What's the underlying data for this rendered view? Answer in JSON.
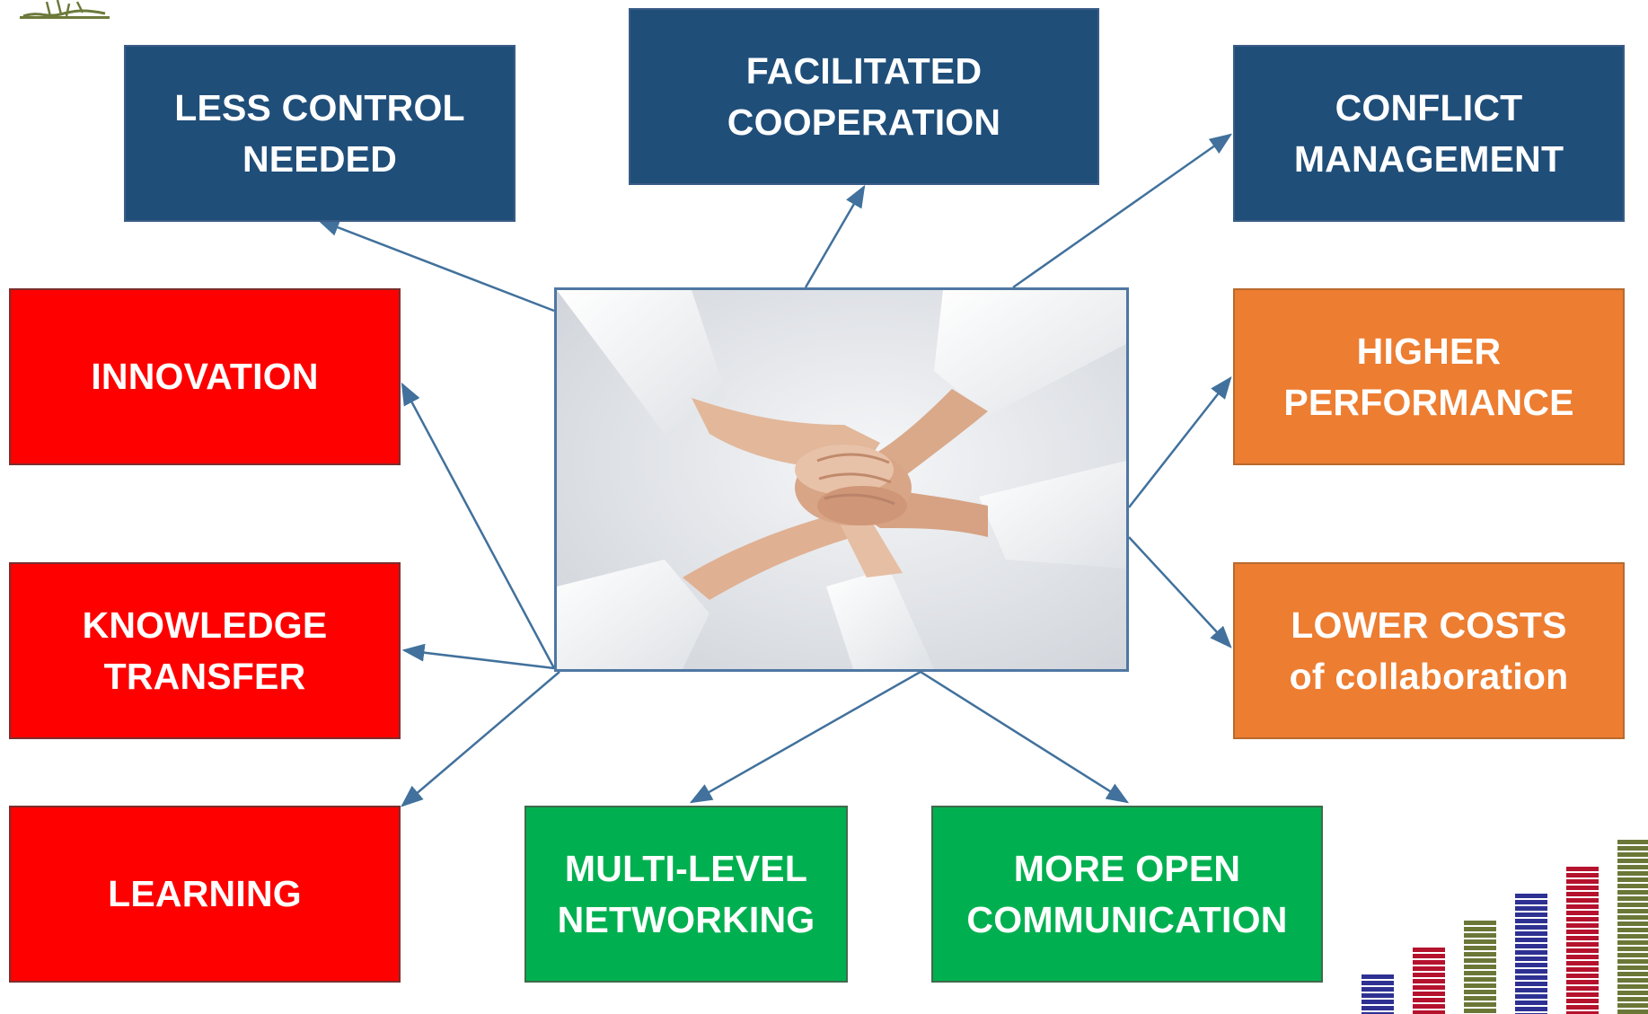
{
  "center": {
    "image": "hands-stacked-teamwork-photo"
  },
  "nodes": [
    {
      "key": "less",
      "lines": [
        "LESS CONTROL",
        "NEEDED"
      ],
      "color": "#1f4e79"
    },
    {
      "key": "facil",
      "lines": [
        "FACILITATED",
        "COOPERATION"
      ],
      "color": "#1f4e79"
    },
    {
      "key": "conflict",
      "lines": [
        "CONFLICT",
        "MANAGEMENT"
      ],
      "color": "#1f4e79"
    },
    {
      "key": "innov",
      "lines": [
        "INNOVATION"
      ],
      "color": "#ff0000"
    },
    {
      "key": "know",
      "lines": [
        "KNOWLEDGE",
        "TRANSFER"
      ],
      "color": "#ff0000"
    },
    {
      "key": "learn",
      "lines": [
        "LEARNING"
      ],
      "color": "#ff0000"
    },
    {
      "key": "higher",
      "lines": [
        "HIGHER",
        "PERFORMANCE"
      ],
      "color": "#ed7d31"
    },
    {
      "key": "lower",
      "lines": [
        "LOWER COSTS",
        "of collaboration"
      ],
      "color": "#ed7d31"
    },
    {
      "key": "multi",
      "lines": [
        "MULTI-LEVEL",
        "NETWORKING"
      ],
      "color": "#00b050"
    },
    {
      "key": "open",
      "lines": [
        "MORE OPEN",
        "COMMUNICATION"
      ],
      "color": "#00b050"
    }
  ],
  "colors": {
    "connector": "#41719c",
    "photo_border": "#4f77a3"
  },
  "decorations": {
    "top_left_logo": "green-line-art-logo",
    "bottom_right_logo": "striped-bar-logo",
    "bar_logo_colors": [
      "#2e3192",
      "#b5122e",
      "#6b7737",
      "#2e3192",
      "#b5122e",
      "#6b7737"
    ]
  }
}
